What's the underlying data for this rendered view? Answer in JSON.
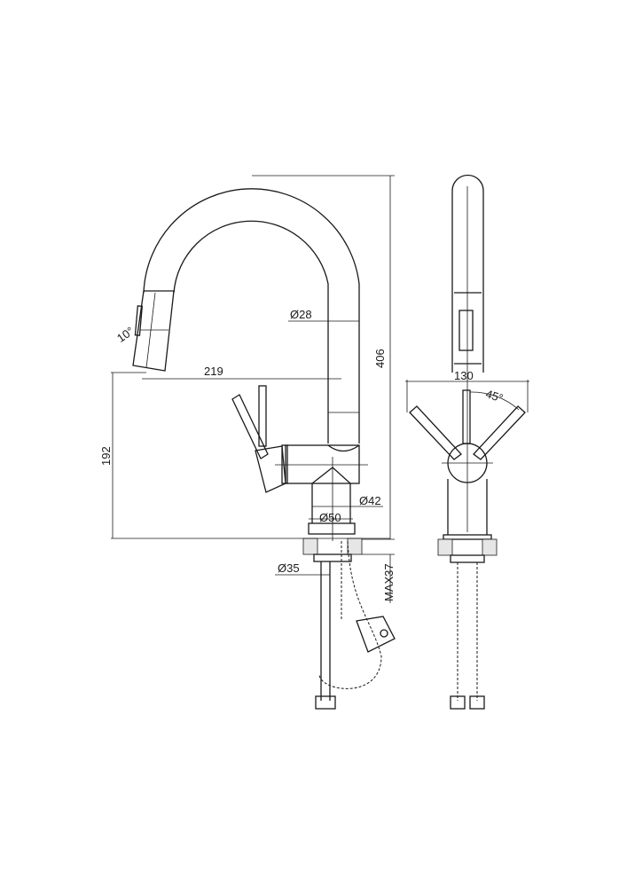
{
  "drawing": {
    "title": "Kitchen faucet with pull-out spout - dimension drawing",
    "side_view": {
      "dims": {
        "height_total": "406",
        "reach": "219",
        "spout_height": "192",
        "spout_diameter": "Ø28",
        "head_angle": "10°",
        "neck_diameter": "Ø42",
        "base_diameter": "Ø50",
        "shank_diameter": "Ø35",
        "max_counter_thickness": "MAX37"
      }
    },
    "front_view": {
      "dims": {
        "lever_span": "130",
        "lever_angle": "45°"
      }
    }
  }
}
